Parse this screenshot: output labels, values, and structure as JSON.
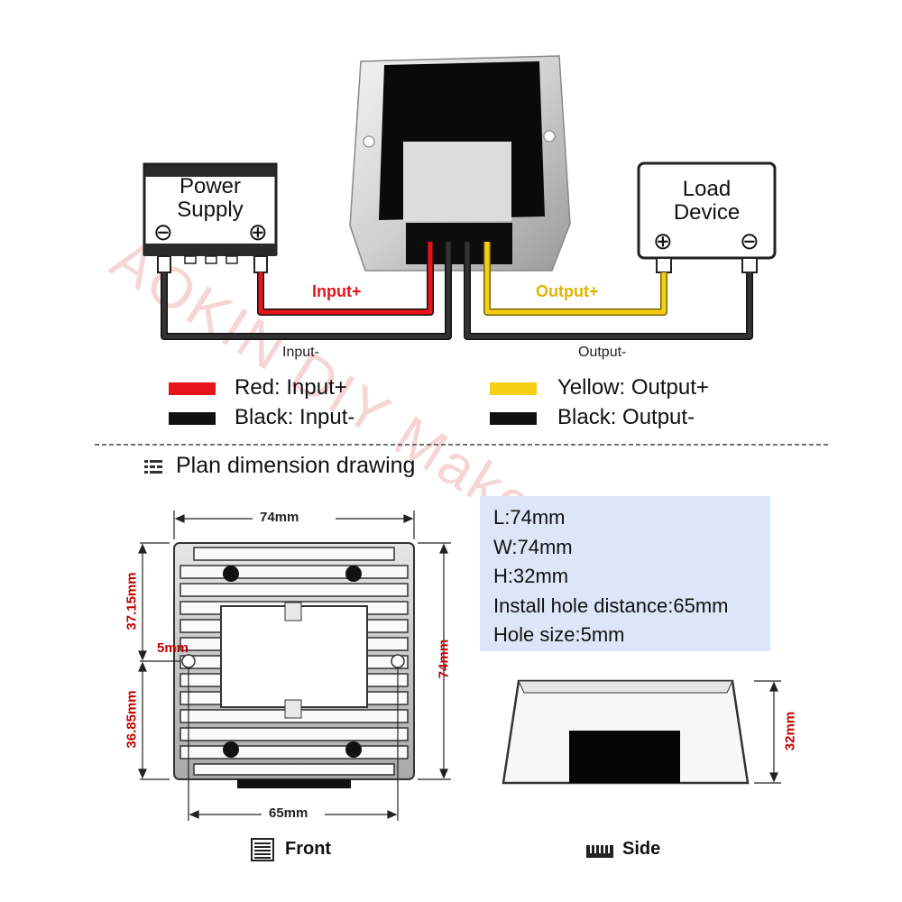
{
  "watermark": "AOKIN DIY Maker Store",
  "wiring": {
    "power_supply": {
      "line1": "Power",
      "line2": "Supply",
      "minus": "⊖",
      "plus": "⊕"
    },
    "load_device": {
      "line1": "Load",
      "line2": "Device",
      "plus": "⊕",
      "minus": "⊖"
    },
    "input_plus_label": "Input+",
    "output_plus_label": "Output+",
    "input_minus_label": "Input-",
    "output_minus_label": "Output-"
  },
  "legend": [
    {
      "color": "#e8141c",
      "label": "Red: Input+"
    },
    {
      "color": "#111111",
      "label": "Black: Input-"
    },
    {
      "color": "#f5cf16",
      "label": "Yellow: Output+"
    },
    {
      "color": "#111111",
      "label": "Black: Output-"
    }
  ],
  "colors": {
    "red_wire": "#e8141c",
    "yellow_wire": "#f5cf16",
    "black_wire": "#222222",
    "dimension_red": "#c00000",
    "panel_bg": "#dde6f8"
  },
  "section_title": "Plan dimension drawing",
  "dimensions": {
    "front_width": "74mm",
    "height_upper": "37.15mm",
    "height_lower": "36.85mm",
    "hole_label": "5mm",
    "front_height": "74mm",
    "hole_distance": "65mm",
    "side_height": "32mm"
  },
  "specs": [
    "L:74mm",
    "W:74mm",
    "H:32mm",
    "Install hole distance:65mm",
    "Hole size:5mm"
  ],
  "captions": {
    "front": "Front",
    "side": "Side"
  },
  "icons": {
    "section": "dimension-grid-icon",
    "front": "front-view-icon",
    "side": "side-view-icon"
  }
}
